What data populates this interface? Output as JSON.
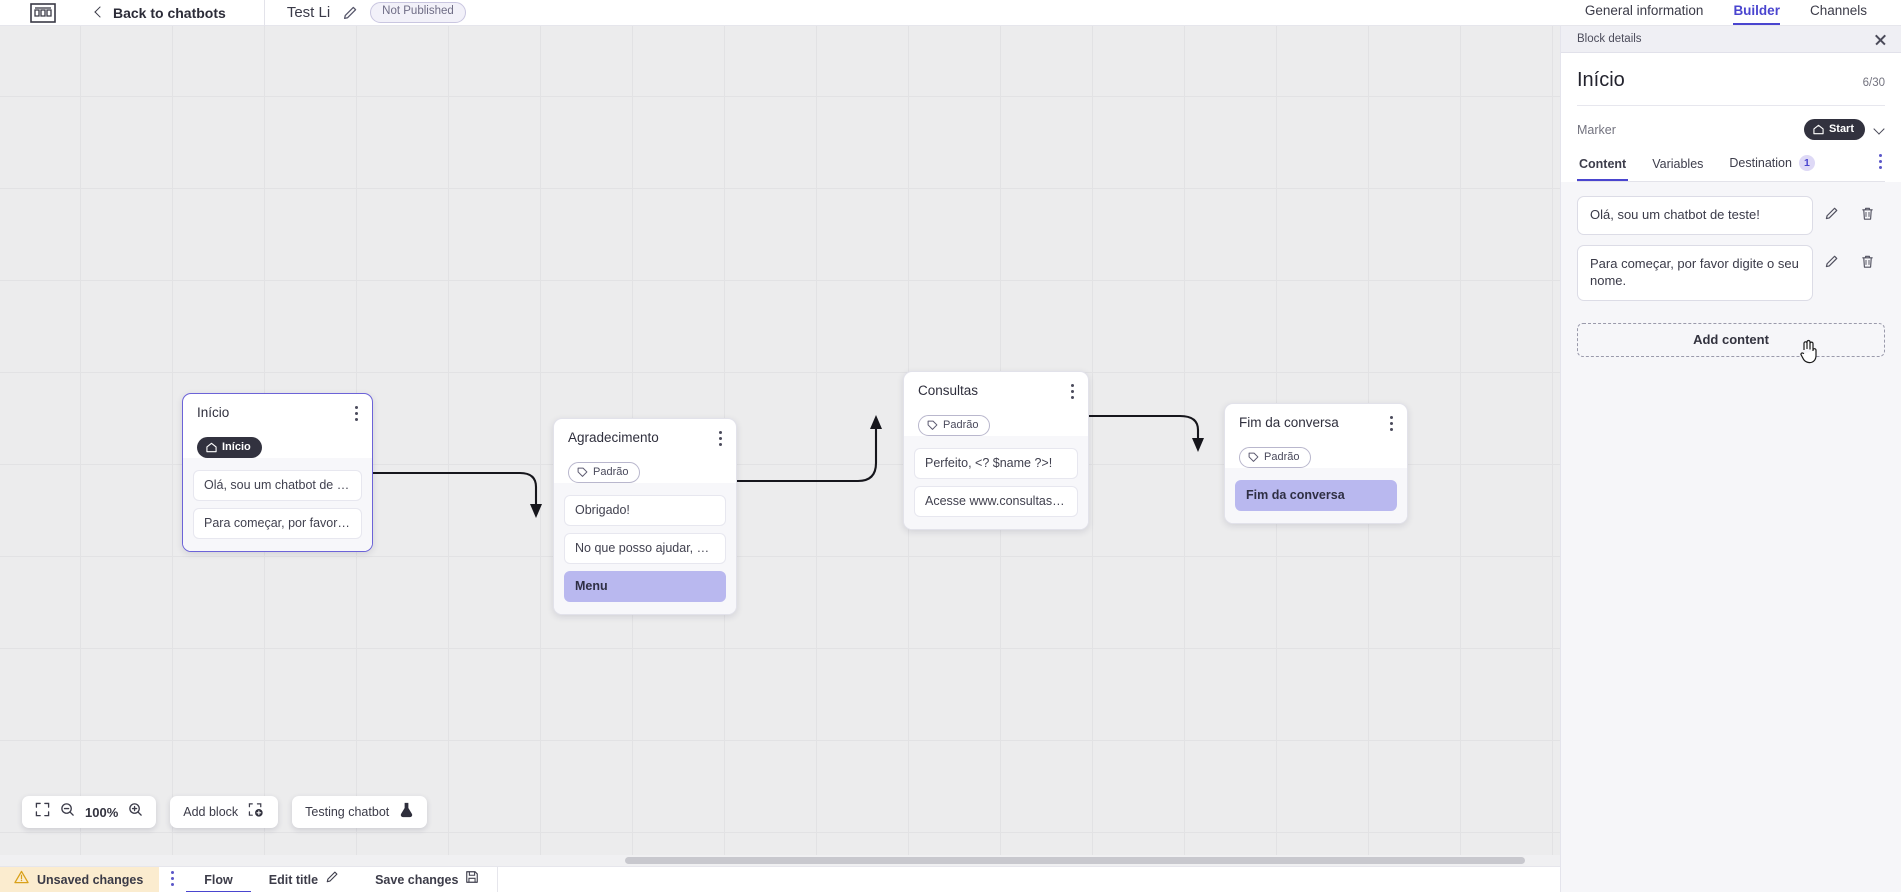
{
  "header": {
    "logo_icon": "app-logo-icon",
    "back_label": "Back to chatbots",
    "bot_title": "Test Li",
    "edit_icon": "pencil-icon",
    "publish_badge": "Not Published",
    "tabs": [
      {
        "label": "General information",
        "active": false
      },
      {
        "label": "Builder",
        "active": true
      },
      {
        "label": "Channels",
        "active": false
      }
    ]
  },
  "canvas": {
    "zoom_level": "100%",
    "fit_icon": "fit-screen-icon",
    "zoom_out_icon": "zoom-out-icon",
    "zoom_in_icon": "zoom-in-icon",
    "add_block_label": "Add block",
    "add_block_icon": "add-block-icon",
    "testing_label": "Testing chatbot",
    "testing_icon": "flask-icon",
    "nodes": [
      {
        "id": "inicio",
        "title": "Início",
        "selected": true,
        "chip": {
          "type": "start",
          "label": "Início",
          "icon": "home-icon"
        },
        "items": [
          {
            "text": "Olá, sou um chatbot de teste!",
            "highlight": false
          },
          {
            "text": "Para começar, por favor digite o ...",
            "highlight": false
          }
        ]
      },
      {
        "id": "agradecimento",
        "title": "Agradecimento",
        "selected": false,
        "chip": {
          "type": "default",
          "label": "Padrão",
          "icon": "tag-icon"
        },
        "items": [
          {
            "text": "Obrigado!",
            "highlight": false
          },
          {
            "text": "No que posso ajudar, <? $name ...",
            "highlight": false
          },
          {
            "text": "Menu",
            "highlight": true
          }
        ]
      },
      {
        "id": "consultas",
        "title": "Consultas",
        "selected": false,
        "chip": {
          "type": "default",
          "label": "Padrão",
          "icon": "tag-icon"
        },
        "items": [
          {
            "text": "Perfeito, <? $name ?>!",
            "highlight": false
          },
          {
            "text": "Acesse www.consultas.com par...",
            "highlight": false
          }
        ]
      },
      {
        "id": "fim",
        "title": "Fim da conversa",
        "selected": false,
        "chip": {
          "type": "default",
          "label": "Padrão",
          "icon": "tag-icon"
        },
        "items": [
          {
            "text": "Fim da conversa",
            "highlight": true
          }
        ]
      }
    ]
  },
  "statusbar": {
    "unsaved_label": "Unsaved changes",
    "warning_icon": "warning-triangle-icon",
    "kebab_icon": "more-vertical-icon",
    "flow_label": "Flow",
    "edit_title_label": "Edit title",
    "edit_title_icon": "pencil-icon",
    "save_label": "Save changes",
    "save_icon": "save-disk-icon"
  },
  "panel": {
    "topbar_label": "Block details",
    "close_icon": "close-icon",
    "block_title": "Início",
    "char_count": "6/30",
    "marker_label": "Marker",
    "marker_value": "Start",
    "marker_icon": "home-icon",
    "marker_chevron_icon": "chevron-down-icon",
    "tabs": [
      {
        "label": "Content",
        "active": true,
        "badge": null
      },
      {
        "label": "Variables",
        "active": false,
        "badge": null
      },
      {
        "label": "Destination",
        "active": false,
        "badge": "1"
      }
    ],
    "tab_kebab_icon": "more-vertical-icon",
    "contents": [
      {
        "text": "Olá, sou um chatbot de teste!",
        "edit_icon": "pencil-icon",
        "delete_icon": "trash-icon"
      },
      {
        "text": "Para começar, por favor digite o seu nome.",
        "edit_icon": "pencil-icon",
        "delete_icon": "trash-icon"
      }
    ],
    "add_content_label": "Add content"
  },
  "colors": {
    "accent": "#4a45cf",
    "highlight": "#b9b8ef",
    "warning_bg": "#fbeccf",
    "canvas_bg": "#ececed",
    "dark_chip": "#32323f"
  }
}
